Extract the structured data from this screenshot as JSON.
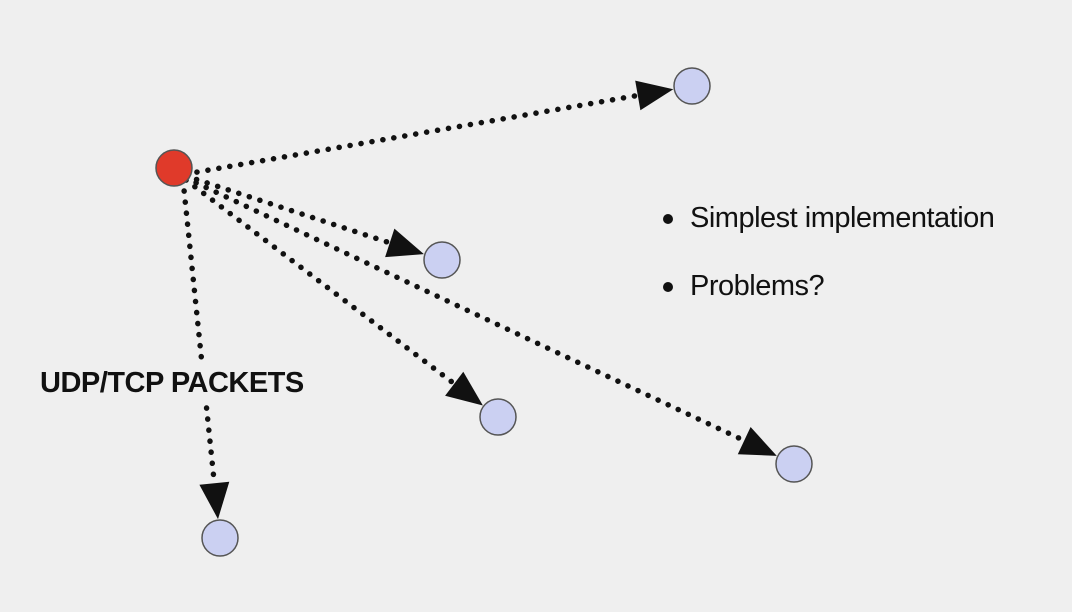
{
  "colors": {
    "background": "#efefef",
    "sender_fill": "#e03a2a",
    "receiver_fill": "#cbd0f2",
    "node_stroke": "#555555",
    "arrow": "#111111"
  },
  "diagram": {
    "sender": {
      "name": "sender-node"
    },
    "receivers": [
      {
        "name": "receiver-node-top-right"
      },
      {
        "name": "receiver-node-middle"
      },
      {
        "name": "receiver-node-lower-middle"
      },
      {
        "name": "receiver-node-bottom-right"
      },
      {
        "name": "receiver-node-bottom-left"
      }
    ],
    "label": "UDP/TCP PACKETS"
  },
  "bullets": [
    {
      "text": "Simplest implementation"
    },
    {
      "text": "Problems?"
    }
  ]
}
